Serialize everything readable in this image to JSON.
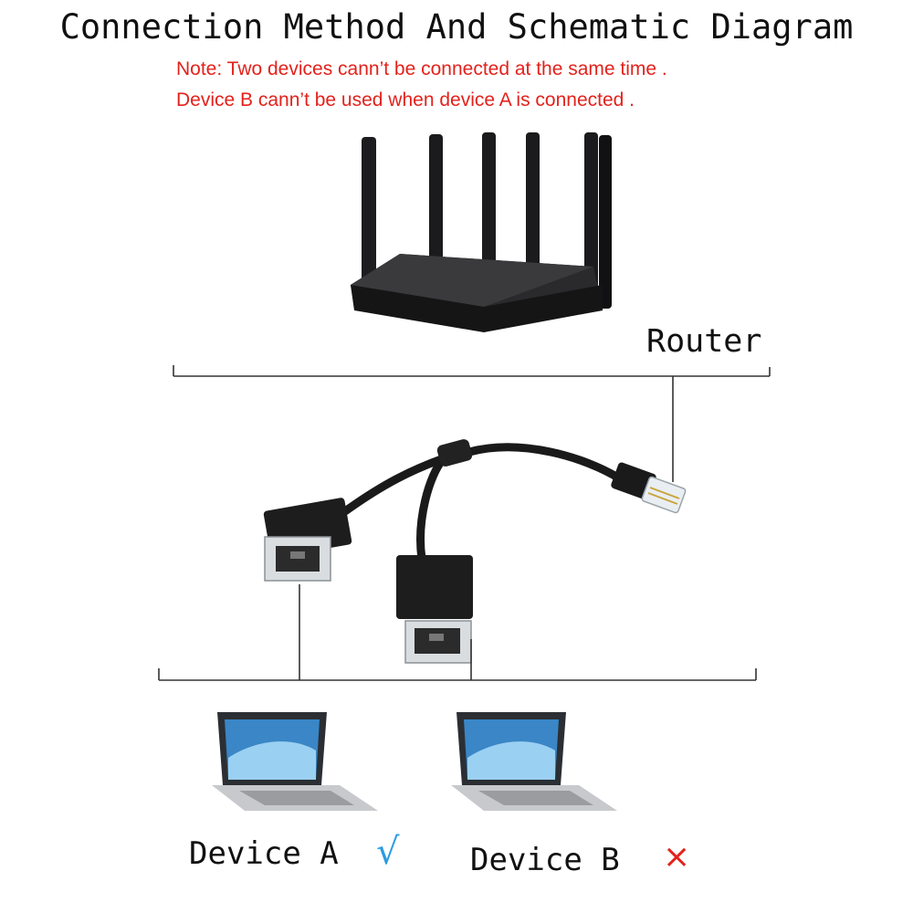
{
  "title": "Connection Method And Schematic Diagram",
  "notes": [
    "Note: Two devices cann’t be connected at the same time .",
    "Device B  cann’t be used when device A is connected ."
  ],
  "labels": {
    "router": "Router",
    "device_a": "Device A",
    "device_b": "Device B"
  },
  "status": {
    "device_a": "√",
    "device_b": "×"
  },
  "colors": {
    "note_text": "#e3221c",
    "check": "#2a9be0",
    "cross": "#e3221c"
  },
  "icons": [
    "router-icon",
    "splitter-cable-icon",
    "rj45-plug-icon",
    "rj45-female-jack-icon",
    "laptop-icon"
  ]
}
